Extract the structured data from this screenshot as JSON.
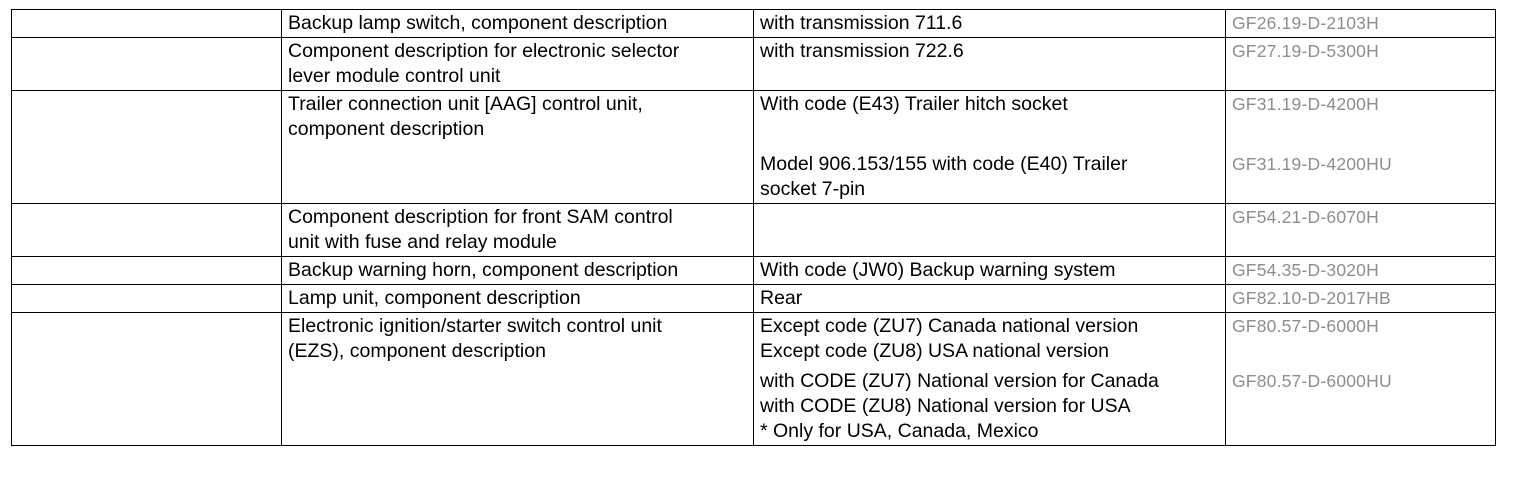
{
  "rows": [
    {
      "component": [
        "Backup lamp switch, component description"
      ],
      "entries": [
        {
          "lines": [
            "with transmission 711.6"
          ],
          "doc": "GF26.19-D-2103H"
        }
      ]
    },
    {
      "component": [
        "Component description for electronic selector",
        "lever module control unit"
      ],
      "entries": [
        {
          "lines": [
            "with transmission 722.6"
          ],
          "doc": "GF27.19-D-5300H"
        }
      ]
    },
    {
      "component": [
        "Trailer connection unit [AAG] control unit,",
        "component description"
      ],
      "entries": [
        {
          "lines": [
            "With code (E43) Trailer hitch socket"
          ],
          "doc": "GF31.19-D-4200H"
        },
        {
          "lines": [
            "Model 906.153/155 with code (E40) Trailer",
            "socket 7-pin"
          ],
          "doc": "GF31.19-D-4200HU"
        }
      ]
    },
    {
      "component": [
        "Component description for front SAM control",
        "unit with fuse and relay module"
      ],
      "entries": [
        {
          "lines": [],
          "doc": "GF54.21-D-6070H"
        }
      ]
    },
    {
      "component": [
        "Backup warning horn, component description"
      ],
      "entries": [
        {
          "lines": [
            "With code (JW0) Backup warning system"
          ],
          "doc": "GF54.35-D-3020H"
        }
      ]
    },
    {
      "component": [
        "Lamp unit, component description"
      ],
      "entries": [
        {
          "lines": [
            "Rear"
          ],
          "doc": "GF82.10-D-2017HB"
        }
      ]
    },
    {
      "component": [
        "Electronic ignition/starter switch control unit",
        "(EZS), component description"
      ],
      "entries": [
        {
          "lines": [
            "Except code (ZU7) Canada national version",
            "Except code (ZU8) USA national version"
          ],
          "doc": "GF80.57-D-6000H"
        },
        {
          "lines": [
            "with CODE (ZU7) National version for Canada",
            "with CODE (ZU8) National version for USA",
            "* Only for USA, Canada, Mexico"
          ],
          "doc": "GF80.57-D-6000HU"
        }
      ]
    }
  ]
}
